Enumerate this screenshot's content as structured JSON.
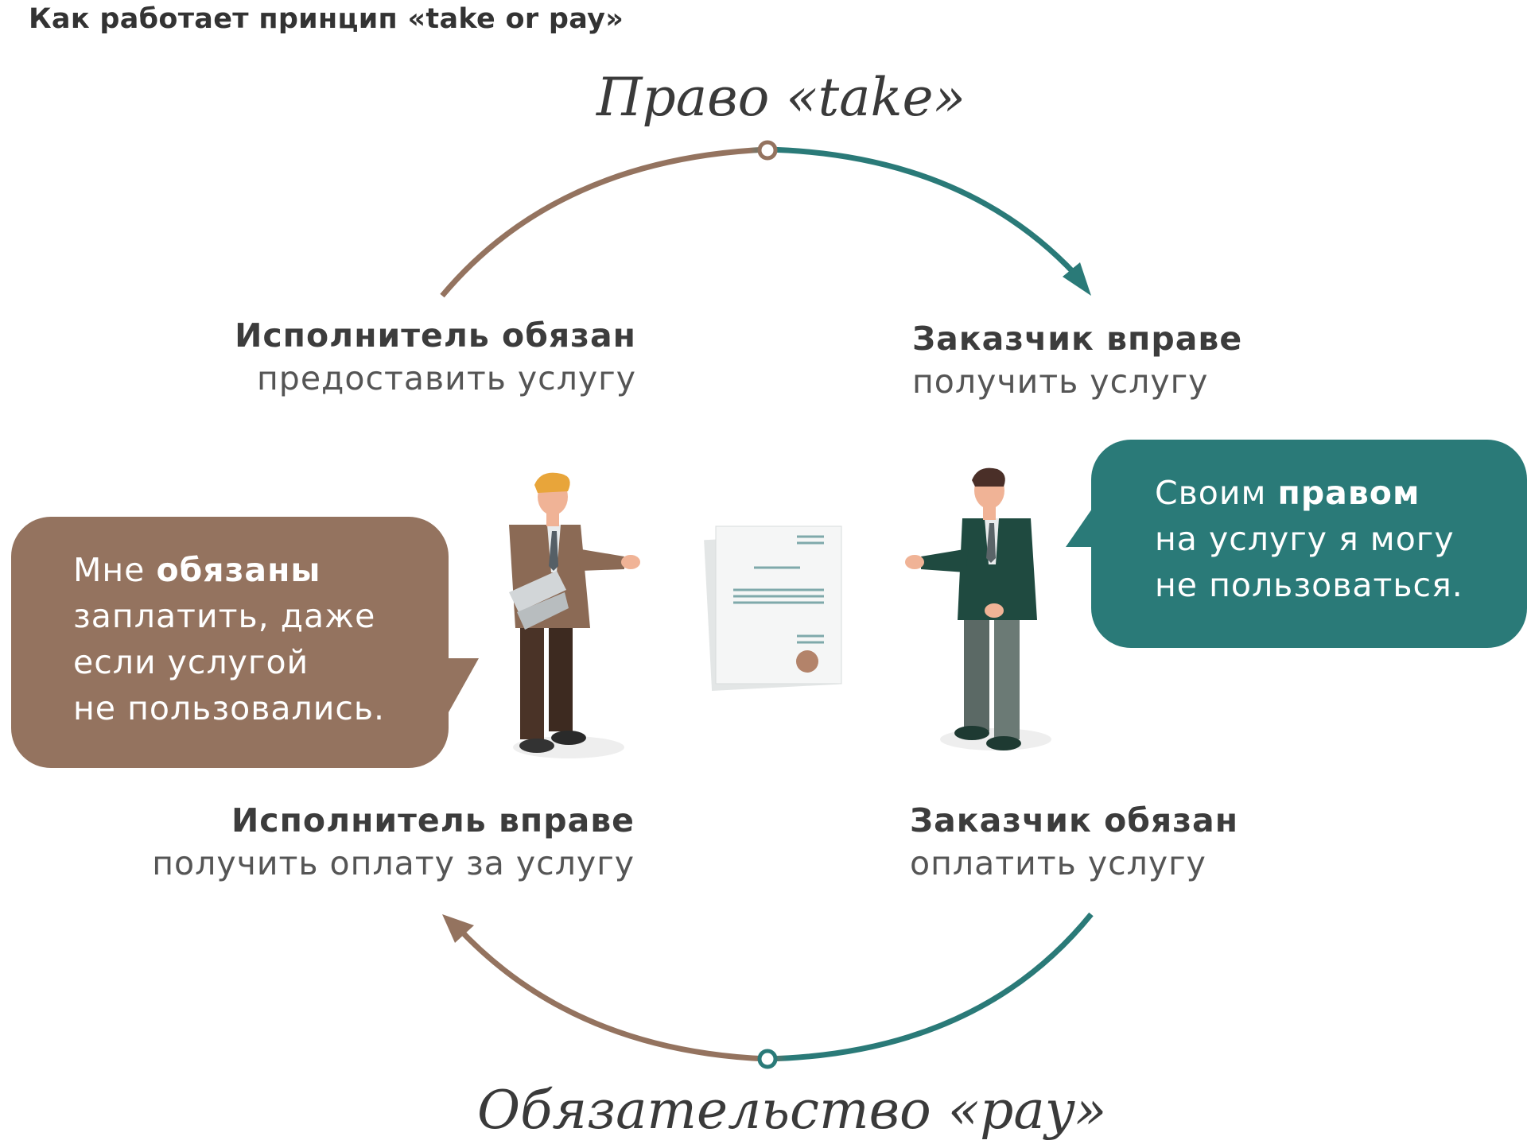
{
  "header": "Как работает принцип «take or pay»",
  "cycle": {
    "top_title": "Право «take»",
    "bottom_title": "Обязательство «pay»"
  },
  "statements": {
    "executor_obliged": {
      "bold": "Исполнитель обязан",
      "light": "предоставить услугу"
    },
    "customer_right": {
      "bold": "Заказчик вправе",
      "light": "получить услугу"
    },
    "executor_right": {
      "bold": "Исполнитель вправе",
      "light": "получить оплату за услугу"
    },
    "customer_obliged": {
      "bold": "Заказчик обязан",
      "light": "оплатить услугу"
    }
  },
  "bubbles": {
    "left": {
      "prefix": "Мне ",
      "bold": "обязаны",
      "line2": "заплатить, даже",
      "line3": "если услугой",
      "line4": "не пользовались."
    },
    "right": {
      "prefix": "Своим ",
      "bold": "правом",
      "line2": "на услугу я могу",
      "line3": "не пользоваться."
    }
  },
  "colors": {
    "brown": "#94735f",
    "teal": "#2a7a78",
    "text_dark": "#333333"
  },
  "icons": [
    "executor-figure",
    "customer-figure",
    "contract-document-icon",
    "arrow-icon"
  ]
}
